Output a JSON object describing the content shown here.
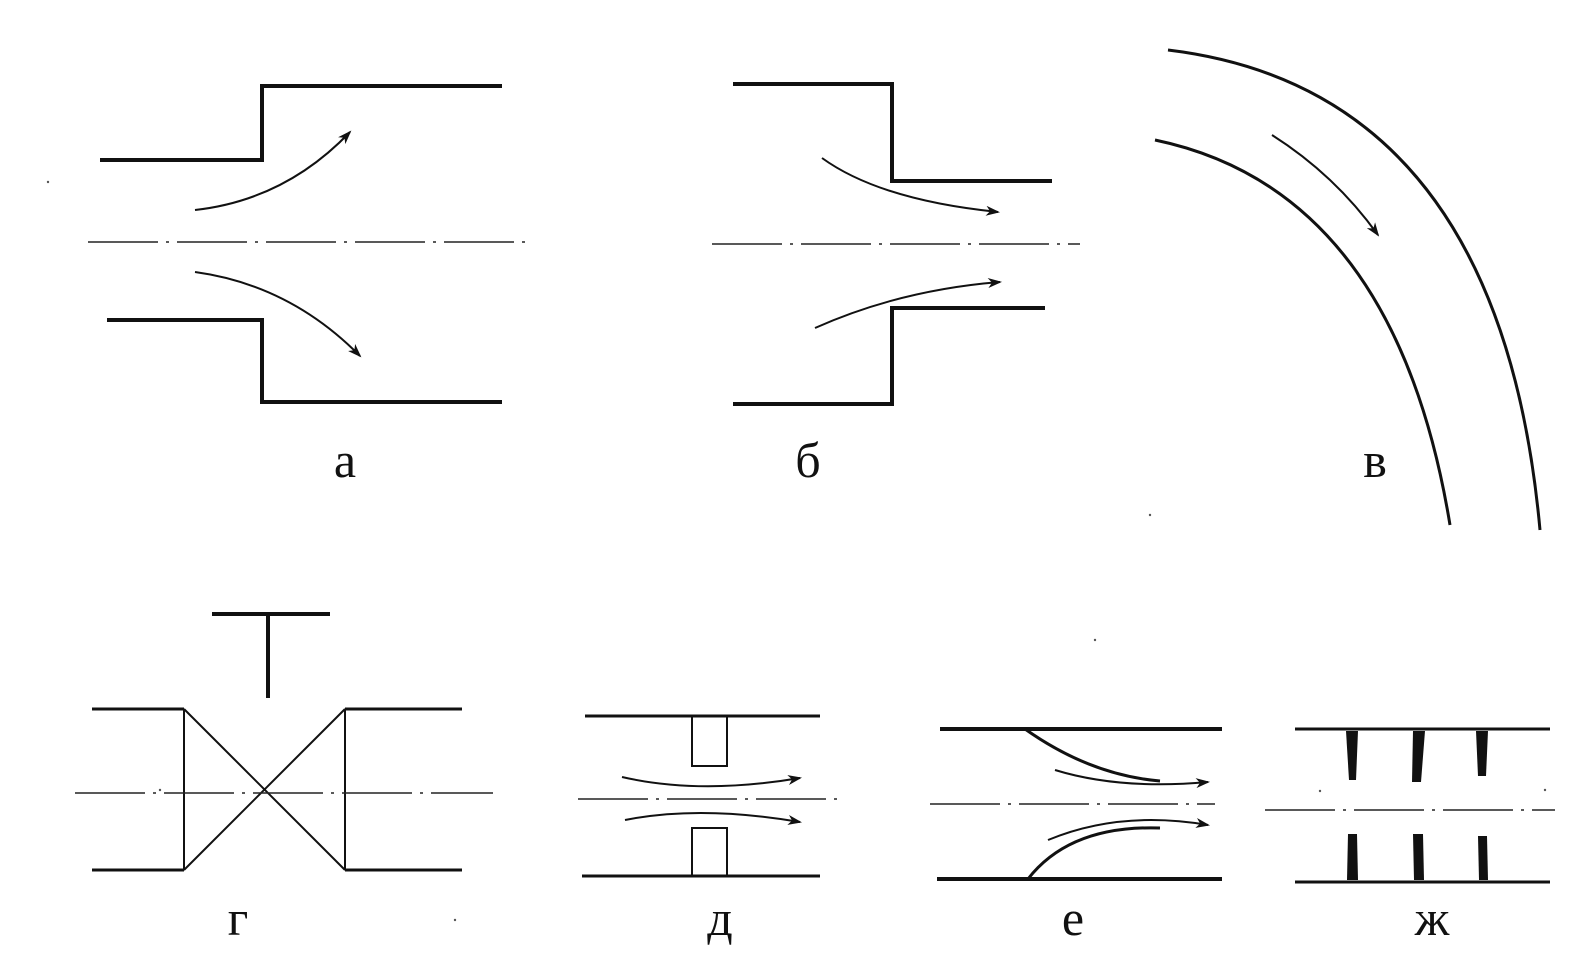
{
  "panels": [
    {
      "id": "a",
      "label": "а",
      "depicts": "sudden-expansion"
    },
    {
      "id": "b",
      "label": "б",
      "depicts": "sudden-contraction"
    },
    {
      "id": "v",
      "label": "в",
      "depicts": "pipe-bend"
    },
    {
      "id": "g",
      "label": "г",
      "depicts": "valve"
    },
    {
      "id": "d",
      "label": "д",
      "depicts": "orifice-diaphragm"
    },
    {
      "id": "e",
      "label": "е",
      "depicts": "smooth-nozzle"
    },
    {
      "id": "zh",
      "label": "ж",
      "depicts": "grid-screen"
    }
  ],
  "colors": {
    "line": "#111111",
    "background": "#ffffff"
  }
}
